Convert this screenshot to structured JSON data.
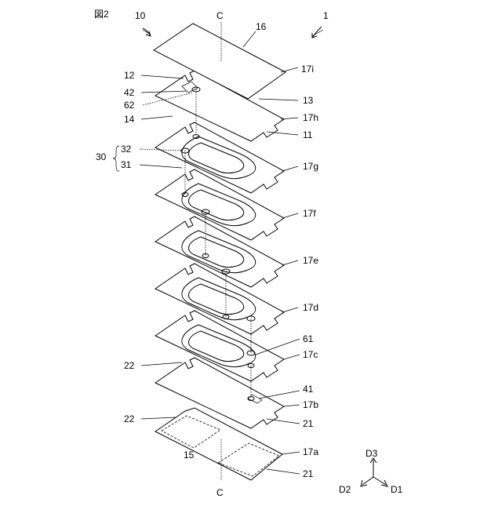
{
  "figure_label": "図2",
  "labels": {
    "assembly": "10",
    "device": "1",
    "axis_top": "C",
    "axis_bottom": "C",
    "l16": "16",
    "l17i": "17i",
    "l12": "12",
    "l42": "42",
    "l62": "62",
    "l14": "14",
    "l13": "13",
    "l17h": "17h",
    "l11": "11",
    "l30": "30",
    "l32": "32",
    "l31": "31",
    "l17g": "17g",
    "l17f": "17f",
    "l17e": "17e",
    "l17d": "17d",
    "l61": "61",
    "l17c": "17c",
    "l22a": "22",
    "l41": "41",
    "l17b": "17b",
    "l21a": "21",
    "l22b": "22",
    "l17a": "17a",
    "l15": "15",
    "l21b": "21"
  },
  "axes": {
    "d1": "D1",
    "d2": "D2",
    "d3": "D3"
  }
}
